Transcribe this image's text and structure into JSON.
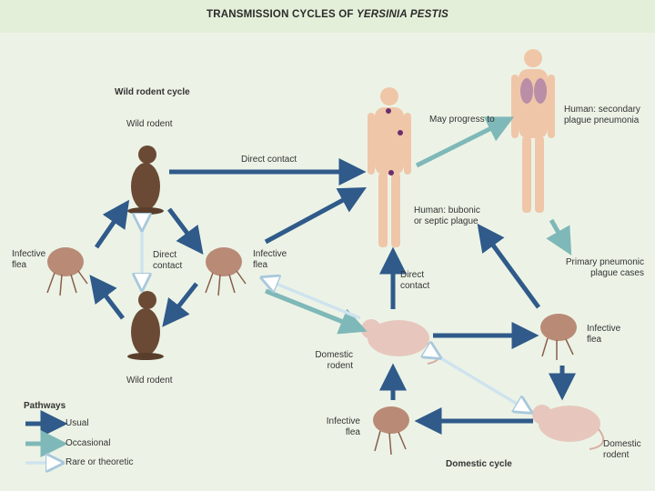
{
  "title": {
    "prefix": "TRANSMISSION CYCLES OF",
    "italic": "YERSINIA PESTIS"
  },
  "sections": {
    "wild": "Wild rodent cycle",
    "domestic": "Domestic cycle"
  },
  "labels": {
    "wild_rodent_top": "Wild rodent",
    "wild_rodent_bottom": "Wild rodent",
    "infective_flea_left": [
      "Infective",
      "flea"
    ],
    "infective_flea_mid": [
      "Infective",
      "flea"
    ],
    "direct_contact_wild": [
      "Direct",
      "contact"
    ],
    "direct_contact_human": "Direct contact",
    "may_progress": "May progress to",
    "human_secondary": [
      "Human: secondary",
      "plague pneumonia"
    ],
    "human_bubonic": [
      "Human: bubonic",
      "or septic plague"
    ],
    "primary_pneumonic": [
      "Primary pneumonic",
      "plague cases"
    ],
    "direct_contact_domestic": [
      "Direct",
      "contact"
    ],
    "domestic_rodent_left": [
      "Domestic",
      "rodent"
    ],
    "infective_flea_right": [
      "Infective",
      "flea"
    ],
    "infective_flea_bottom": [
      "Infective",
      "flea"
    ],
    "domestic_rodent_right": [
      "Domestic",
      "rodent"
    ]
  },
  "legend": {
    "title": "Pathways",
    "items": [
      {
        "label": "Usual",
        "color": "#2f5a8a"
      },
      {
        "label": "Occasional",
        "color": "#7fb8b8"
      },
      {
        "label": "Rare or theoretic",
        "color": "#cfe3ef"
      }
    ]
  },
  "colors": {
    "usual": "#2f5a8a",
    "occasional": "#7fb8b8",
    "rare": "#cfe3ef",
    "background": "#ecf3e6",
    "title_bar": "#e4efd9"
  }
}
